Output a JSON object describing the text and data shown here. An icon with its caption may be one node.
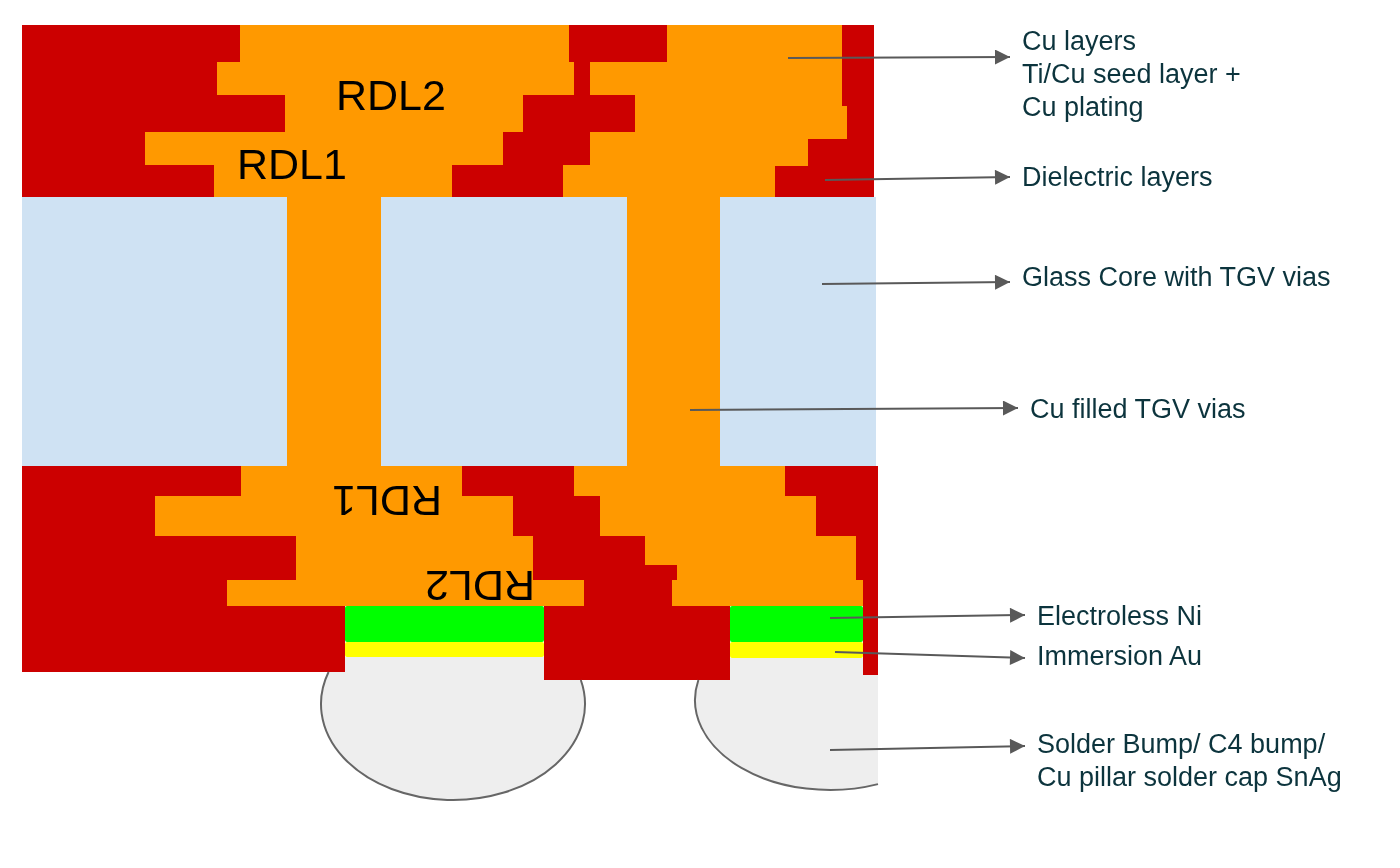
{
  "diagram": {
    "nodes": [
      {
        "text": [],
        "shape": "box"
      },
      {
        "text": [],
        "shape": "box"
      },
      {
        "text": [],
        "shape": "box"
      },
      {
        "text": [],
        "shape": "box"
      },
      {
        "text": [],
        "shape": "box"
      },
      {
        "text": [],
        "shape": "box"
      },
      {
        "text": [],
        "shape": "box"
      },
      {
        "text": [],
        "shape": "box"
      },
      {
        "text": [],
        "shape": "box"
      },
      {
        "text": [],
        "shape": "box"
      },
      {
        "text": [],
        "shape": "box"
      },
      {
        "text": [],
        "shape": "box"
      },
      {
        "text": [],
        "shape": "box"
      },
      {
        "text": [],
        "shape": "box"
      },
      {
        "text": [],
        "shape": "box"
      },
      {
        "text": [],
        "shape": "bar"
      },
      {
        "text": [],
        "shape": "bar"
      },
      {
        "text": [],
        "shape": "bar"
      },
      {
        "text": [],
        "shape": "bar"
      },
      {
        "text": [],
        "shape": "circle"
      },
      {
        "text": [],
        "shape": "circle"
      },
      {
        "text": [
          "Cu layers",
          "Ti/Cu seed layer + Cu plating"
        ]
      },
      {
        "text": [
          "Dielectric layers"
        ]
      },
      {
        "text": [
          "Glass Core with TGV vias"
        ]
      },
      {
        "text": [
          "Cu filled TGV vias"
        ]
      },
      {
        "text": [
          "Electroless Ni"
        ]
      },
      {
        "text": [
          "Immersion Au"
        ]
      },
      {
        "text": [
          "Solder Bump/ C4 bump/ Cu pillar solder cap SnAg"
        ]
      }
    ],
    "edges": [
      {
        "from": 3,
        "to": 21,
        "arrow": "to"
      },
      {
        "from": 4,
        "to": 22,
        "arrow": "to"
      },
      {
        "from": 9,
        "to": 23,
        "arrow": "to"
      },
      {
        "from": 8,
        "to": 24,
        "arrow": "to"
      },
      {
        "from": 16,
        "to": 25,
        "arrow": "to"
      },
      {
        "from": 18,
        "to": 26,
        "arrow": "to"
      },
      {
        "from": 20,
        "to": 27,
        "arrow": "to"
      }
    ],
    "labels": [
      "RDL2",
      "RDL1",
      "RDL1",
      "RDL2"
    ]
  }
}
